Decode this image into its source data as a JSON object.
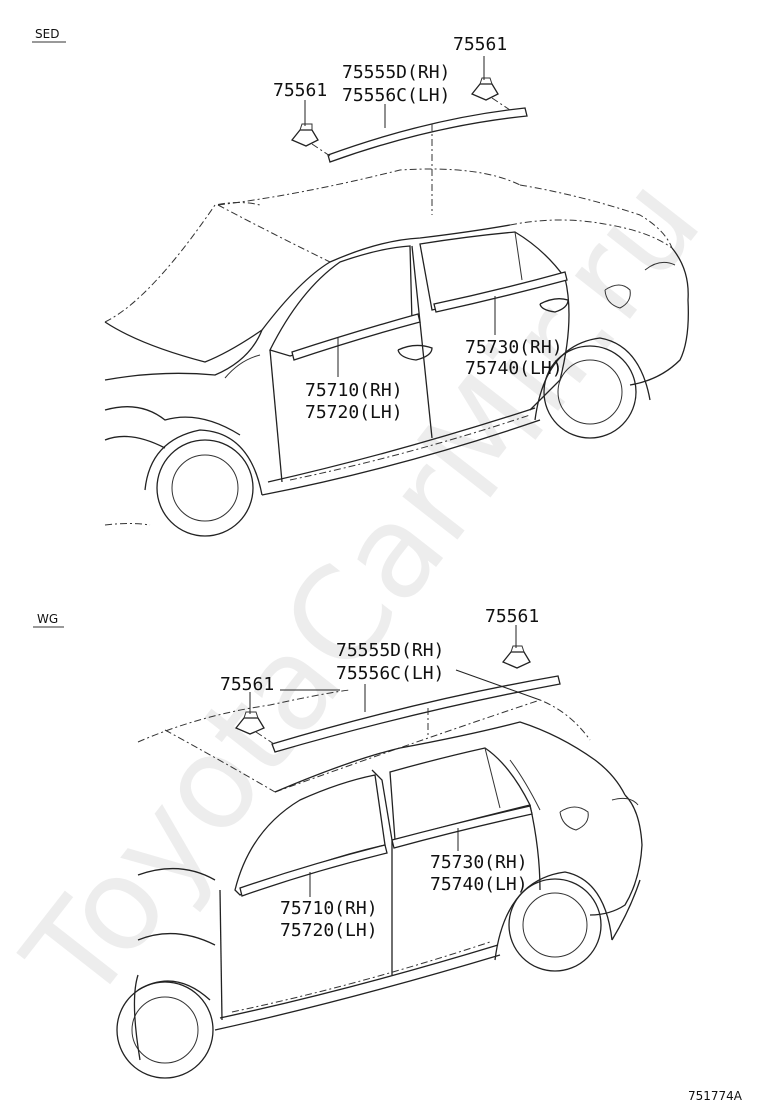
{
  "watermark": "ToyotaCarMir.ru",
  "figure_code": "751774A",
  "sections": [
    {
      "tag": "SED",
      "callouts": {
        "clip_left": "75561",
        "clip_right": "75561",
        "roof_rh": "75555D(RH)",
        "roof_lh": "75556C(LH)",
        "front_rh": "75710(RH)",
        "front_lh": "75720(LH)",
        "rear_rh": "75730(RH)",
        "rear_lh": "75740(LH)"
      }
    },
    {
      "tag": "WG",
      "callouts": {
        "clip_left": "75561",
        "clip_right": "75561",
        "roof_rh": "75555D(RH)",
        "roof_lh": "75556C(LH)",
        "front_rh": "75710(RH)",
        "front_lh": "75720(LH)",
        "rear_rh": "75730(RH)",
        "rear_lh": "75740(LH)"
      }
    }
  ]
}
